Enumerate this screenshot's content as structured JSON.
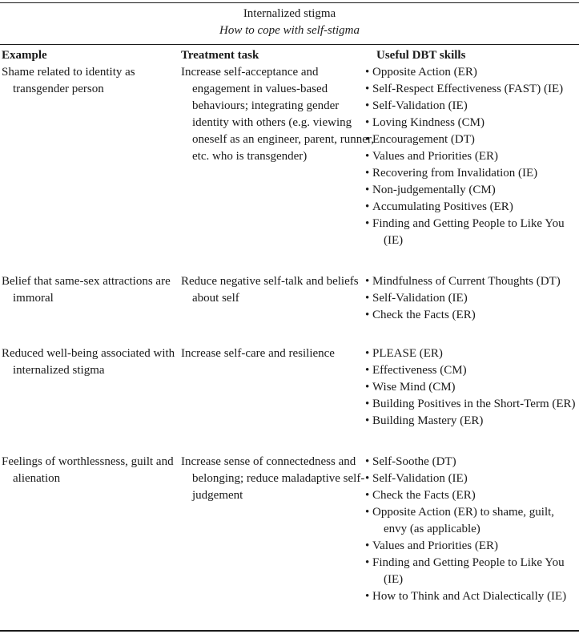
{
  "table": {
    "title": "Internalized stigma",
    "subtitle": "How to cope with self-stigma",
    "headers": {
      "example": "Example",
      "task": "Treatment task",
      "skills": "Useful DBT skills"
    },
    "rows": [
      {
        "example": "Shame related to identity as transgender person",
        "task": "Increase self-acceptance and engagement in values-based behaviours; integrating gender identity with others (e.g. viewing oneself as an engineer, parent, runner, etc. who is transgender)",
        "skills": [
          "Opposite Action (ER)",
          "Self-Respect Effectiveness (FAST) (IE)",
          "Self-Validation (IE)",
          "Loving Kindness (CM)",
          "Encouragement (DT)",
          "Values and Priorities (ER)",
          "Recovering from Invalidation (IE)",
          "Non-judgementally (CM)",
          "Accumulating Positives (ER)",
          "Finding and Getting People to Like You (IE)"
        ]
      },
      {
        "example": "Belief that same-sex attractions are immoral",
        "task": "Reduce negative self-talk and beliefs about self",
        "skills": [
          "Mindfulness of Current Thoughts (DT)",
          "Self-Validation (IE)",
          "Check the Facts (ER)"
        ]
      },
      {
        "example": "Reduced well-being associated with internalized stigma",
        "task": "Increase self-care and resilience",
        "skills": [
          "PLEASE (ER)",
          "Effectiveness (CM)",
          "Wise Mind (CM)",
          "Building Positives in the Short-Term (ER)",
          "Building Mastery (ER)"
        ]
      },
      {
        "example": "Feelings of worthlessness, guilt and alienation",
        "task": "Increase sense of connectedness and belonging; reduce maladaptive self-judgement",
        "skills": [
          "Self-Soothe (DT)",
          "Self-Validation (IE)",
          "Check the Facts (ER)",
          "Opposite Action (ER) to shame, guilt, envy (as applicable)",
          "Values and Priorities (ER)",
          "Finding and Getting People to Like You (IE)",
          "How to Think and Act Dialectically (IE)"
        ]
      }
    ]
  }
}
